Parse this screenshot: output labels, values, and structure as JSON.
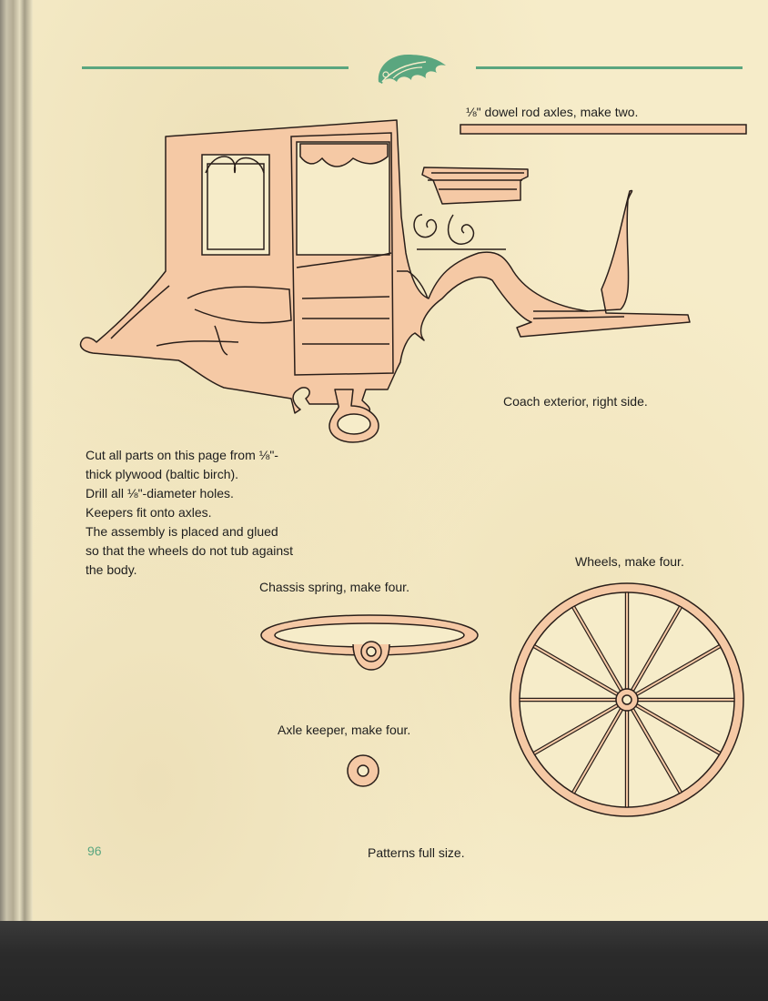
{
  "labels": {
    "axles": "⅛\" dowel rod axles, make two.",
    "coach": "Coach exterior, right side.",
    "wheels": "Wheels, make four.",
    "spring": "Chassis spring, make four.",
    "keeper": "Axle keeper, make four.",
    "patterns": "Patterns full size."
  },
  "notes": [
    "Cut all parts on this page from ⅛\"-",
    "thick plywood (baltic birch).",
    "Drill all ⅛\"-diameter holes.",
    "Keepers fit onto axles.",
    "The assembly is placed and glued",
    "so that the wheels do not tub against",
    "the body."
  ],
  "page_number": "96",
  "colors": {
    "paper": "#f6ecc9",
    "part_fill": "#f5c9a5",
    "outline": "#2a1f1a",
    "accent": "#5aa67f"
  },
  "ornament_icon": "acanthus-leaf-ornament-icon",
  "wheel": {
    "spokes": 12
  }
}
